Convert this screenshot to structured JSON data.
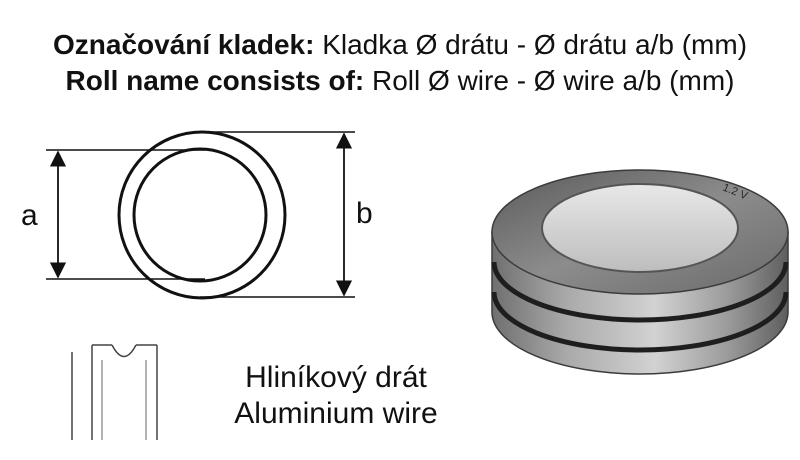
{
  "heading": {
    "cz_bold": "Označování kladek:",
    "cz_rest": " Kladka Ø drátu -  Ø drátu  a/b (mm)",
    "en_bold": "Roll name consists of:",
    "en_rest": " Roll Ø wire - Ø wire  a/b (mm)"
  },
  "dimensions": {
    "inner_label": "a",
    "outer_label": "b"
  },
  "wire_type": {
    "cz": "Hliníkový drát",
    "en": "Aluminium wire"
  },
  "roll_photo": {
    "engraving": "1.2 V"
  }
}
